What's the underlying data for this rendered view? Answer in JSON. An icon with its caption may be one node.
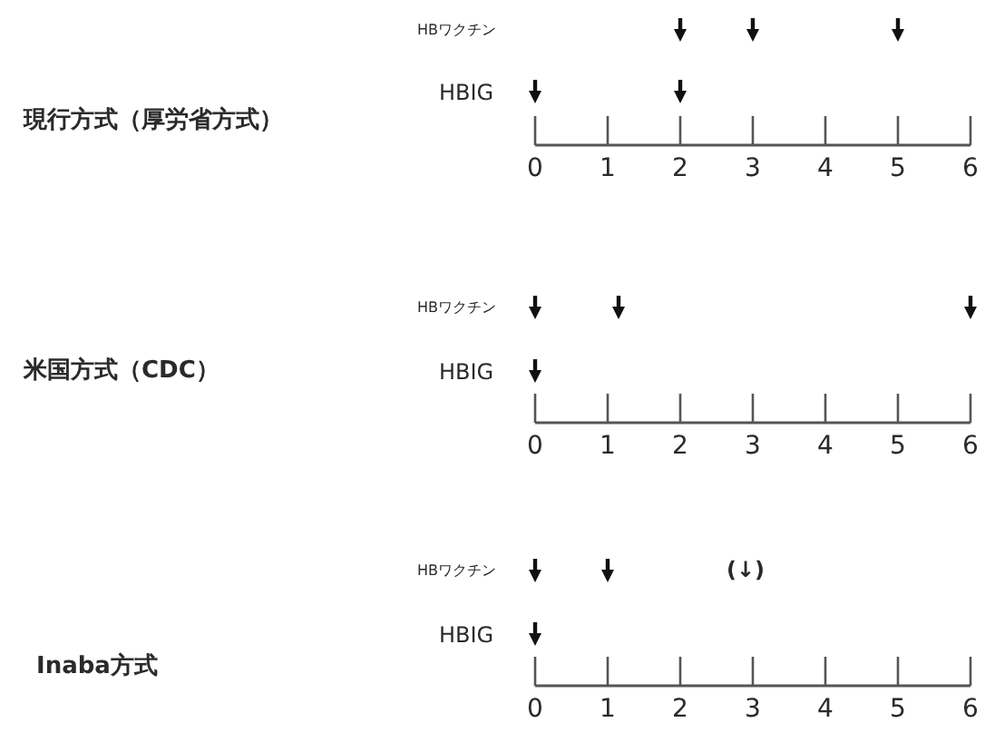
{
  "diagram": {
    "labels": [
      "HBワクチン",
      "HBIG",
      "現行方式（厚労省方式）",
      "0",
      "1",
      "2",
      "3",
      "4",
      "5",
      "6",
      "HBワクチン",
      "HBIG",
      "米国方式（CDC）",
      "0",
      "1",
      "2",
      "3",
      "4",
      "5",
      "6",
      "HBワクチン",
      "(↓)",
      "HBIG",
      "Inaba方式",
      "0",
      "1",
      "2",
      "3",
      "4",
      "5",
      "6"
    ]
  }
}
